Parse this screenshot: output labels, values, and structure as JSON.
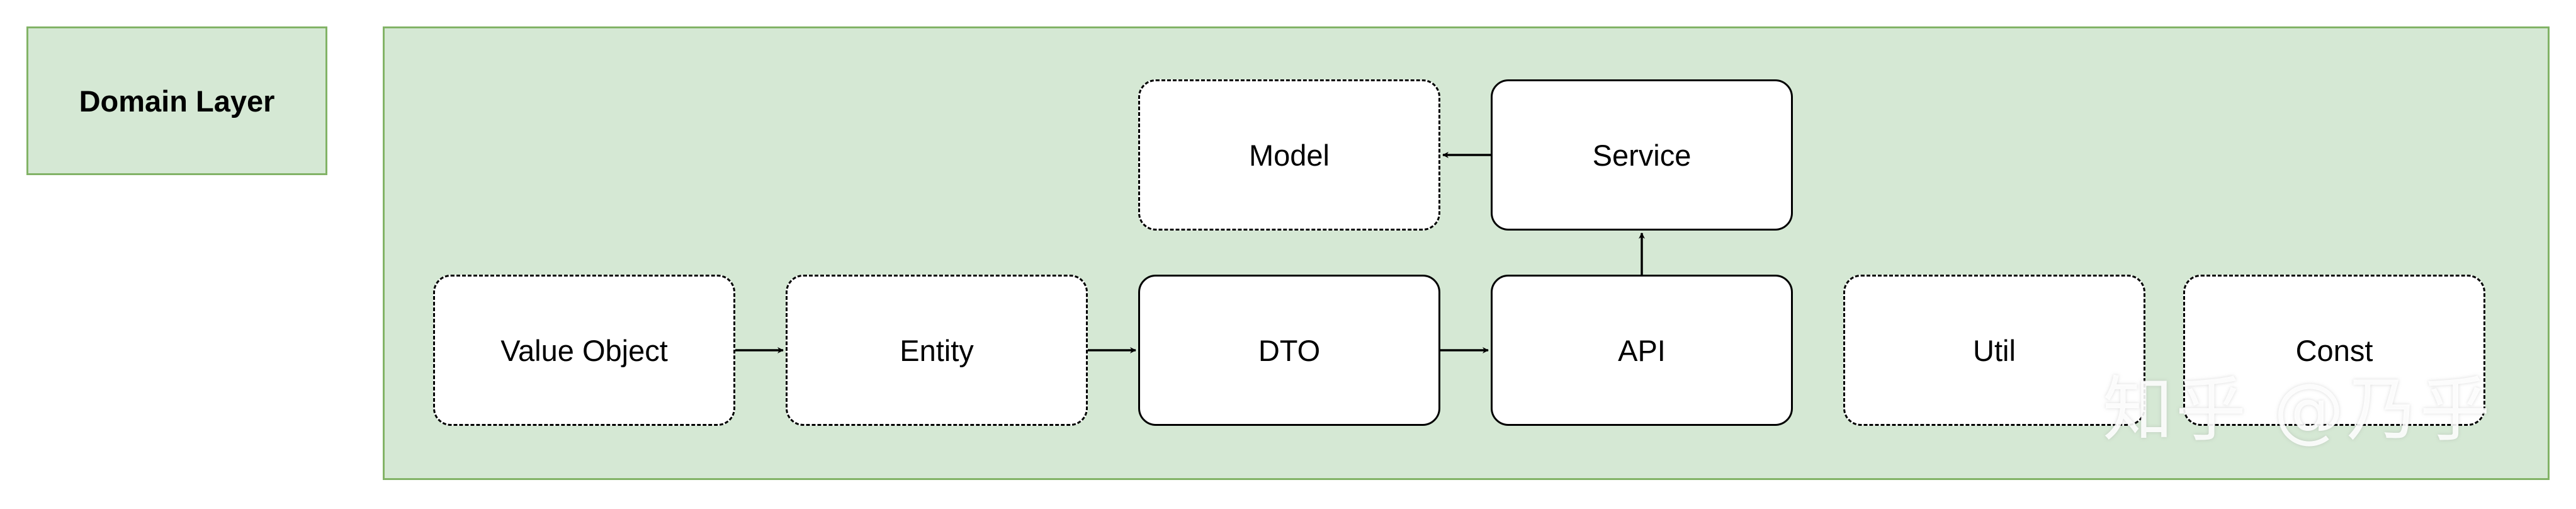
{
  "header_box": {
    "label": "Domain Layer"
  },
  "nodes": {
    "model": "Model",
    "service": "Service",
    "value_object": "Value Object",
    "entity": "Entity",
    "dto": "DTO",
    "api": "API",
    "util": "Util",
    "const": "Const"
  },
  "watermark": "知乎 @乃乎",
  "colors": {
    "layer_fill": "#d5e8d4",
    "layer_border": "#82b366",
    "node_fill": "#ffffff",
    "stroke": "#000000"
  }
}
